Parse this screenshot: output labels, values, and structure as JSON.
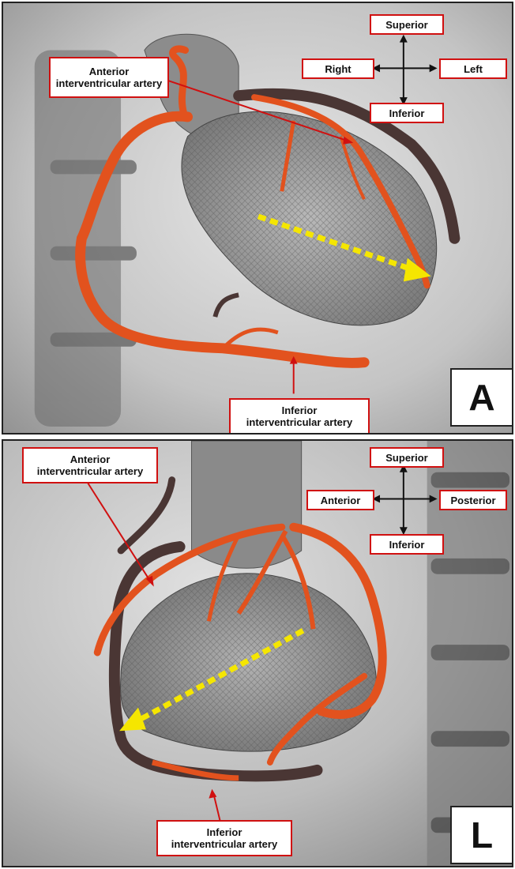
{
  "panels": [
    {
      "view_label": "A",
      "orientation": {
        "top": "Superior",
        "bottom": "Inferior",
        "left": "Right",
        "right": "Left"
      },
      "callouts": {
        "upper": {
          "line1": "Anterior",
          "line2": "interventricular artery"
        },
        "lower": {
          "line1": "Inferior",
          "line2": "interventricular artery"
        }
      }
    },
    {
      "view_label": "L",
      "orientation": {
        "top": "Superior",
        "bottom": "Inferior",
        "left": "Anterior",
        "right": "Posterior"
      },
      "callouts": {
        "upper": {
          "line1": "Anterior",
          "line2": "interventricular artery"
        },
        "lower": {
          "line1": "Inferior",
          "line2": "interventricular artery"
        }
      }
    }
  ],
  "colors": {
    "label_border": "#d01010",
    "artery": "#e2521e",
    "dark_vessel": "#4a3634",
    "axis_arrow": "#f5e600"
  }
}
